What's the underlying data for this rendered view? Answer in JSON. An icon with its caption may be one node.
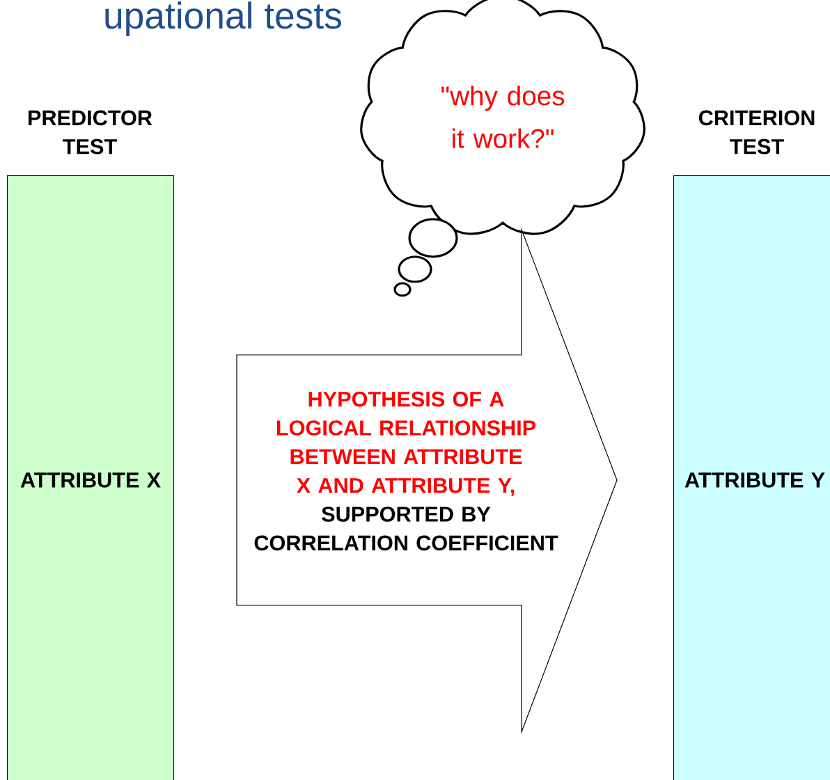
{
  "diagram": {
    "title": "upational tests",
    "nodes": [
      {
        "text": [
          "PREDICTOR TEST",
          "ATTRIBUTE X"
        ]
      },
      {
        "text": [
          "\"why does it work?\""
        ]
      },
      {
        "text": [
          "HYPOTHESIS OF A LOGICAL RELATIONSHIP BETWEEN ATTRIBUTE X AND ATTRIBUTE Y,",
          "SUPPORTED BY CORRELATION COEFFICIENT"
        ]
      },
      {
        "text": [
          "CRITERION TEST",
          "ATTRIBUTE Y"
        ]
      }
    ]
  }
}
